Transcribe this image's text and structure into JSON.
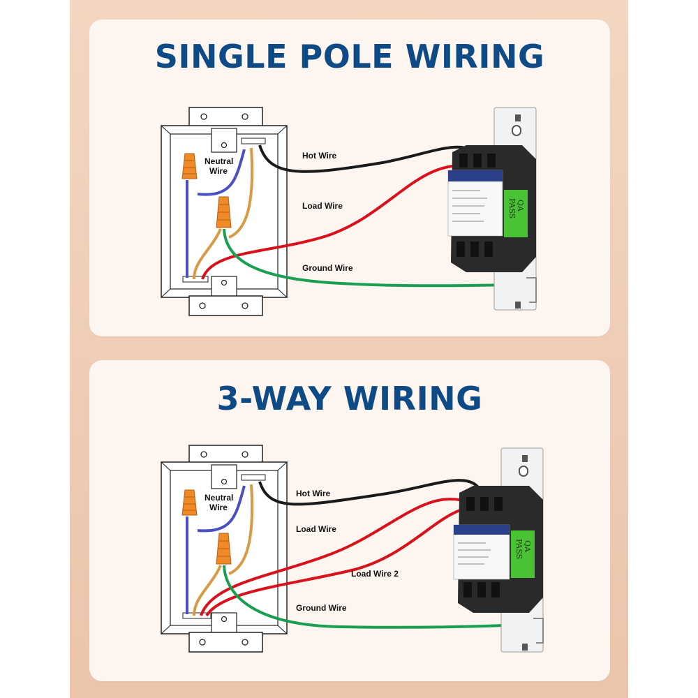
{
  "panels": [
    {
      "title": "SINGLE POLE WIRING",
      "neutral_label_line1": "Neutral",
      "neutral_label_line2": "Wire",
      "wires": {
        "hot": "Hot Wire",
        "load": "Load Wire",
        "ground": "Ground Wire"
      },
      "switch_tag_line1": "QA",
      "switch_tag_line2": "PASS"
    },
    {
      "title": "3-WAY WIRING",
      "neutral_label_line1": "Neutral",
      "neutral_label_line2": "Wire",
      "wires": {
        "hot": "Hot Wire",
        "load": "Load Wire",
        "load2": "Load Wire 2",
        "ground": "Ground Wire"
      },
      "switch_tag_line1": "QA",
      "switch_tag_line2": "PASS"
    }
  ],
  "colors": {
    "title": "#0e4a86",
    "hot_wire": "#1a1a1a",
    "load_wire": "#d8121c",
    "ground_wire": "#1a9e52",
    "neutral_wire": "#4a4fc4",
    "tan_wire": "#d99a45",
    "wire_nut": "#f08a28",
    "qa_tag": "#49c236"
  }
}
